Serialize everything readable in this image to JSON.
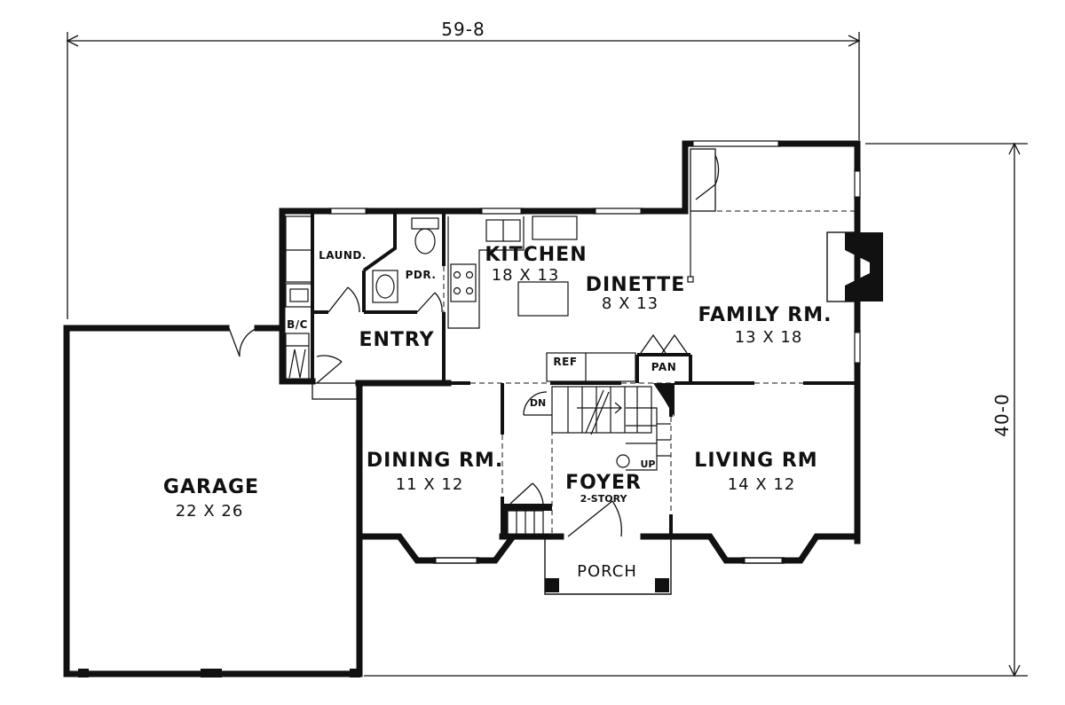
{
  "dimensions": {
    "width": "59-8",
    "depth": "40-0"
  },
  "rooms": {
    "garage": {
      "name": "GARAGE",
      "dim": "22 X 26"
    },
    "kitchen": {
      "name": "KITCHEN",
      "dim": "18 X 13"
    },
    "dinette": {
      "name": "DINETTE",
      "dim": "8 X 13"
    },
    "family": {
      "name": "FAMILY RM.",
      "dim": "13 X 18"
    },
    "dining": {
      "name": "DINING RM.",
      "dim": "11 X 12"
    },
    "living": {
      "name": "LIVING RM",
      "dim": "14 X 12"
    },
    "foyer": {
      "name": "FOYER",
      "sub": "2-STORY"
    },
    "entry": {
      "name": "ENTRY"
    },
    "porch": {
      "name": "PORCH"
    },
    "laundry": {
      "name": "LAUND."
    },
    "powder": {
      "name": "PDR."
    },
    "bc": {
      "name": "B/C"
    },
    "ref": {
      "name": "REF"
    },
    "pantry": {
      "name": "PAN"
    },
    "stair_dn": {
      "name": "DN"
    },
    "stair_up": {
      "name": "UP"
    }
  },
  "colors": {
    "ink": "#111111",
    "paper": "#ffffff"
  }
}
